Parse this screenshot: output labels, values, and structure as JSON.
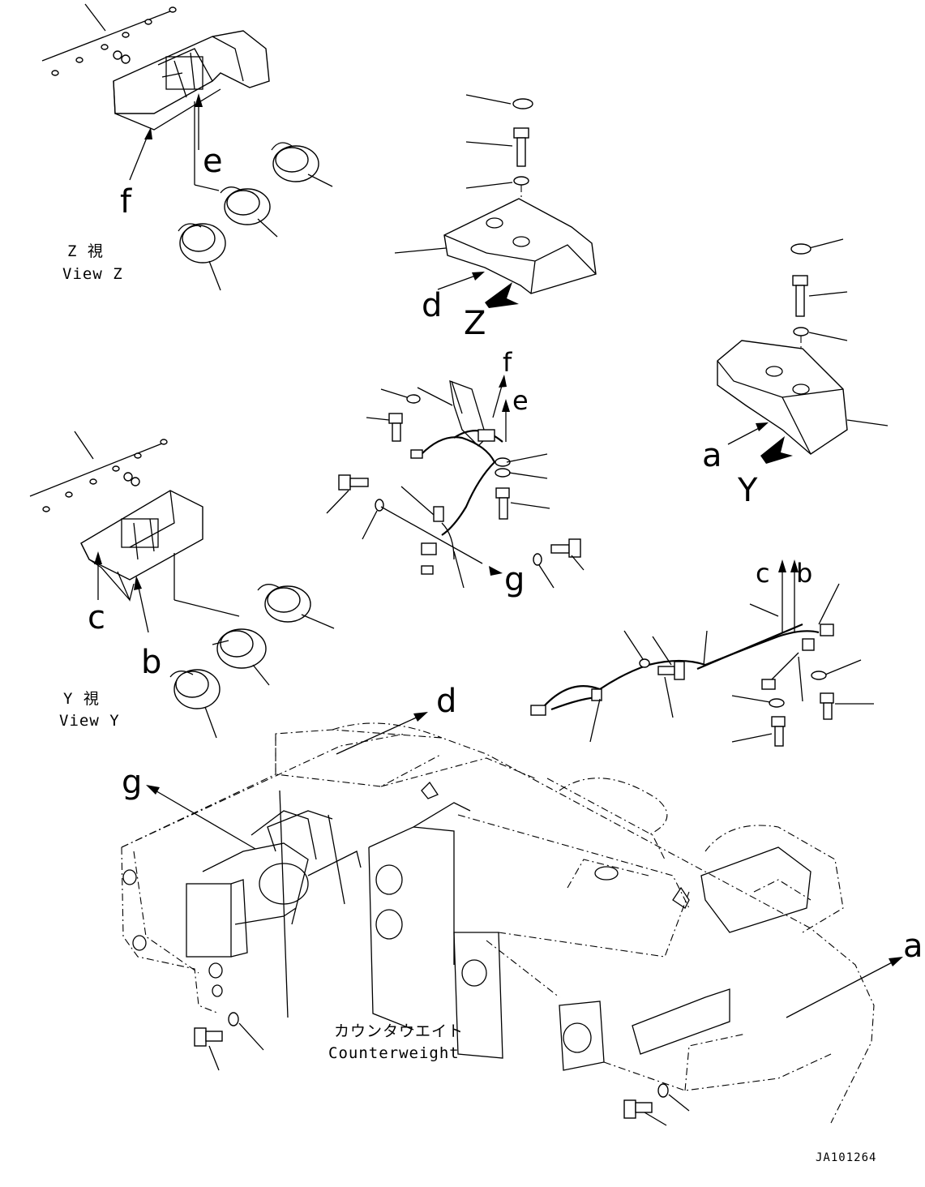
{
  "views": {
    "view_z": {
      "jp": "Z 視",
      "en": "View Z"
    },
    "view_y": {
      "jp": "Y 視",
      "en": "View Y"
    }
  },
  "labels": {
    "a": "a",
    "b": "b",
    "c": "c",
    "d": "d",
    "e": "e",
    "f": "f",
    "g": "g",
    "z": "Z",
    "y": "Y"
  },
  "counterweight": {
    "jp": "カウンタウエイト",
    "en": "Counterweight"
  },
  "drawing_code": "JA101264"
}
